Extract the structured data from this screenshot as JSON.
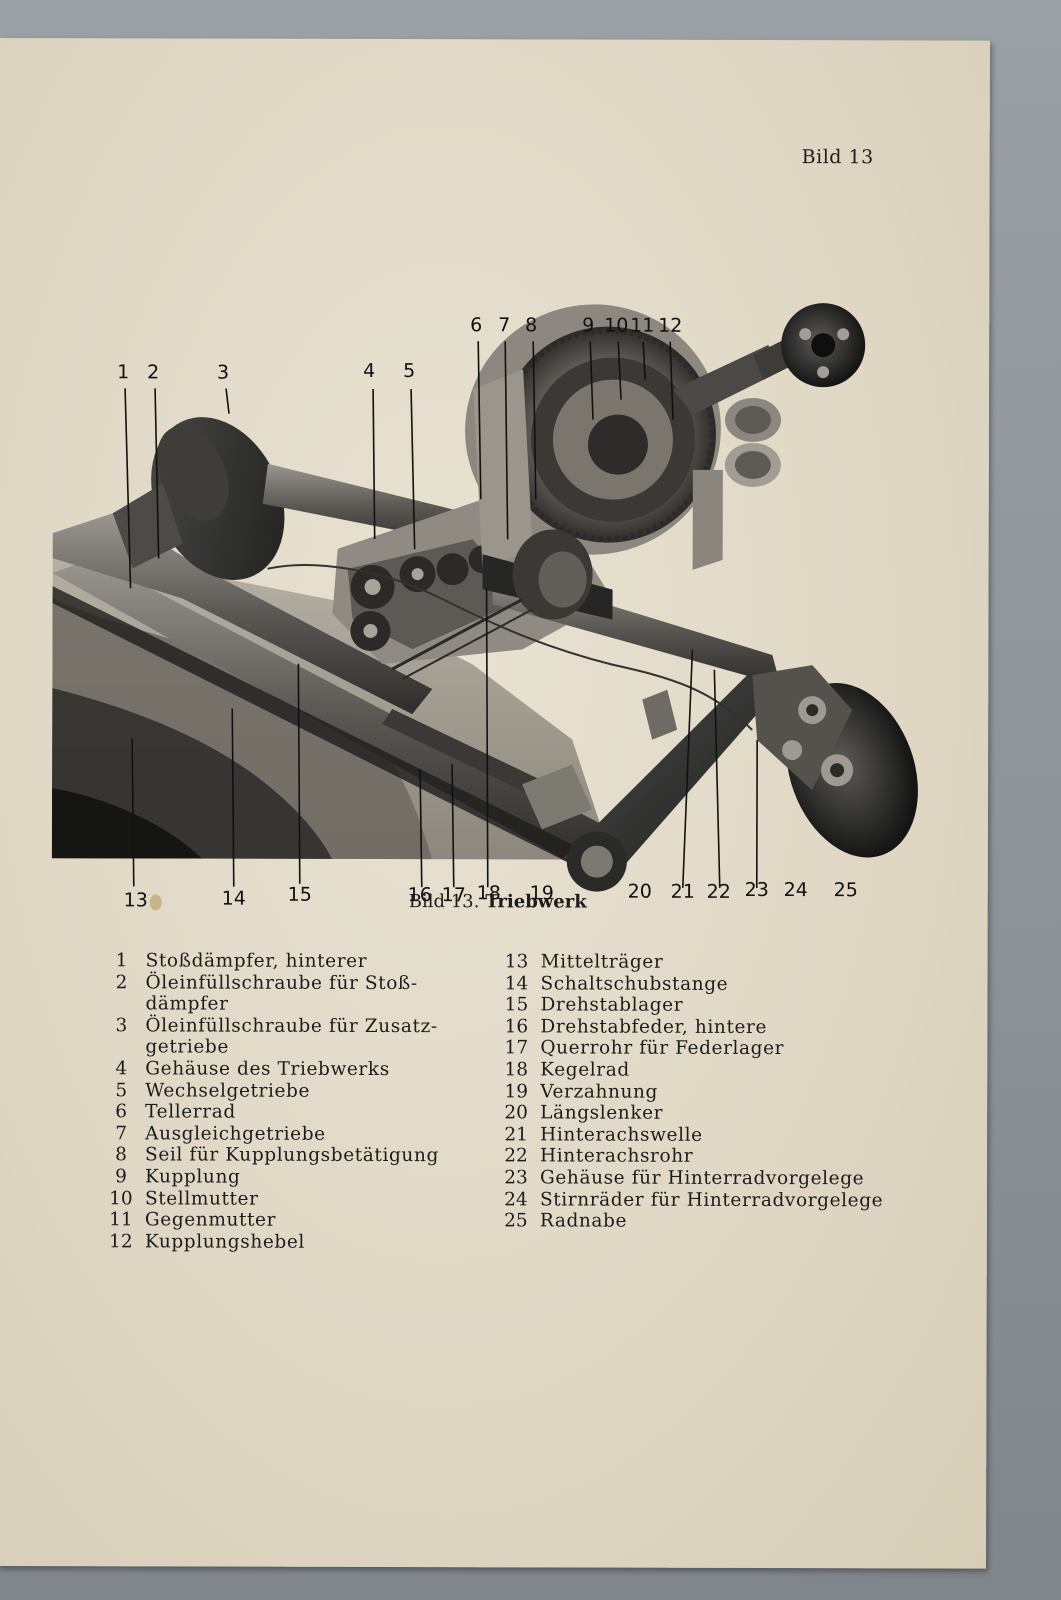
{
  "header": {
    "page_label": "Bild 13"
  },
  "figure": {
    "callouts": [
      {
        "n": "1",
        "pos": "top"
      },
      {
        "n": "2",
        "pos": "top"
      },
      {
        "n": "3",
        "pos": "top"
      },
      {
        "n": "4",
        "pos": "top"
      },
      {
        "n": "5",
        "pos": "top"
      },
      {
        "n": "6",
        "pos": "top"
      },
      {
        "n": "7",
        "pos": "top"
      },
      {
        "n": "8",
        "pos": "top"
      },
      {
        "n": "9",
        "pos": "top"
      },
      {
        "n": "10",
        "pos": "top"
      },
      {
        "n": "11",
        "pos": "top"
      },
      {
        "n": "12",
        "pos": "top"
      },
      {
        "n": "13",
        "pos": "bottom"
      },
      {
        "n": "14",
        "pos": "bottom"
      },
      {
        "n": "15",
        "pos": "bottom"
      },
      {
        "n": "16",
        "pos": "bottom"
      },
      {
        "n": "17",
        "pos": "bottom"
      },
      {
        "n": "18",
        "pos": "bottom"
      },
      {
        "n": "19",
        "pos": "bottom"
      },
      {
        "n": "20",
        "pos": "bottom"
      },
      {
        "n": "21",
        "pos": "bottom"
      },
      {
        "n": "22",
        "pos": "bottom"
      },
      {
        "n": "23",
        "pos": "bottom"
      },
      {
        "n": "24",
        "pos": "bottom"
      },
      {
        "n": "25",
        "pos": "bottom"
      }
    ]
  },
  "caption": {
    "prefix": "Bild 13.",
    "title": "Triebwerk"
  },
  "legend": {
    "left": [
      {
        "num": "1",
        "lines": [
          "Stoßdämpfer, hinterer"
        ]
      },
      {
        "num": "2",
        "lines": [
          "Öleinfüllschraube für Stoß-",
          "dämpfer"
        ]
      },
      {
        "num": "3",
        "lines": [
          "Öleinfüllschraube für Zusatz-",
          "getriebe"
        ]
      },
      {
        "num": "4",
        "lines": [
          "Gehäuse des Triebwerks"
        ]
      },
      {
        "num": "5",
        "lines": [
          "Wechselgetriebe"
        ]
      },
      {
        "num": "6",
        "lines": [
          "Tellerrad"
        ]
      },
      {
        "num": "7",
        "lines": [
          "Ausgleichgetriebe"
        ]
      },
      {
        "num": "8",
        "lines": [
          "Seil für Kupplungsbetätigung"
        ]
      },
      {
        "num": "9",
        "lines": [
          "Kupplung"
        ]
      },
      {
        "num": "10",
        "lines": [
          "Stellmutter"
        ]
      },
      {
        "num": "11",
        "lines": [
          "Gegenmutter"
        ]
      },
      {
        "num": "12",
        "lines": [
          "Kupplungshebel"
        ]
      }
    ],
    "right": [
      {
        "num": "13",
        "lines": [
          "Mittelträger"
        ]
      },
      {
        "num": "14",
        "lines": [
          "Schaltschubstange"
        ]
      },
      {
        "num": "15",
        "lines": [
          "Drehstablager"
        ]
      },
      {
        "num": "16",
        "lines": [
          "Drehstabfeder, hintere"
        ]
      },
      {
        "num": "17",
        "lines": [
          "Querrohr für Federlager"
        ]
      },
      {
        "num": "18",
        "lines": [
          "Kegelrad"
        ]
      },
      {
        "num": "19",
        "lines": [
          "Verzahnung"
        ]
      },
      {
        "num": "20",
        "lines": [
          "Längslenker"
        ]
      },
      {
        "num": "21",
        "lines": [
          "Hinterachswelle"
        ]
      },
      {
        "num": "22",
        "lines": [
          "Hinterachsrohr"
        ]
      },
      {
        "num": "23",
        "lines": [
          "Gehäuse für Hinterradvorgelege"
        ]
      },
      {
        "num": "24",
        "lines": [
          "Stirnräder für Hinterradvorgelege"
        ]
      },
      {
        "num": "25",
        "lines": [
          "Radnabe"
        ]
      }
    ]
  }
}
